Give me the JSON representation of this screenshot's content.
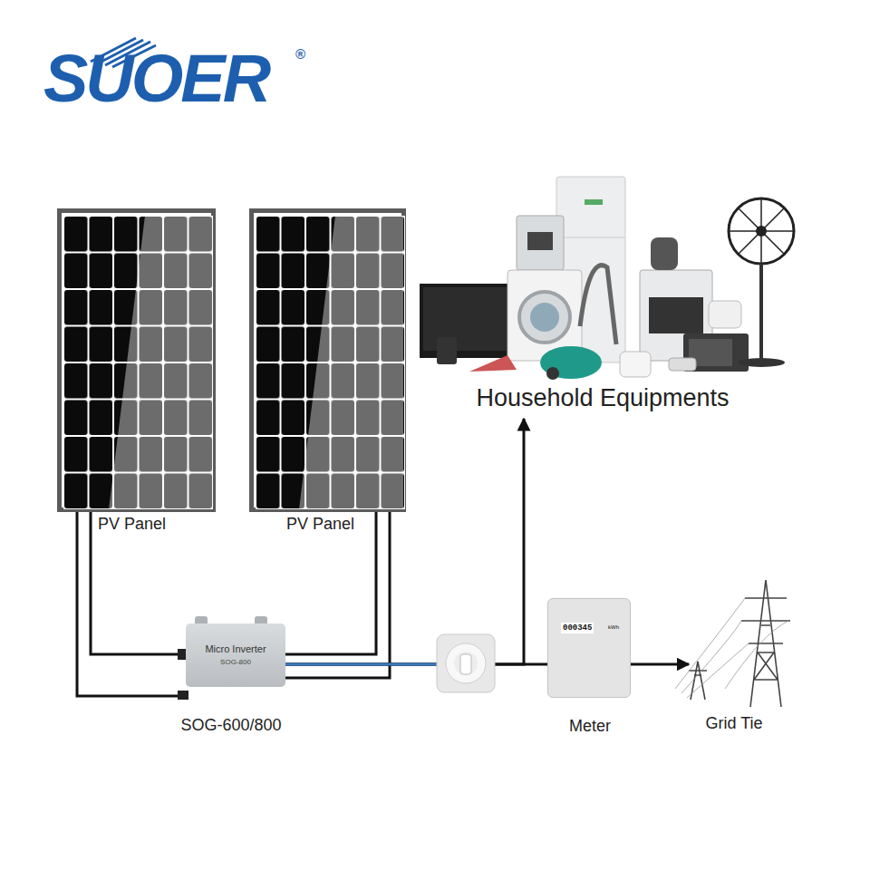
{
  "diagram": {
    "nodes": [
      {
        "text": [
          "PV Panel"
        ]
      },
      {
        "text": [
          "PV Panel"
        ]
      },
      {
        "text": [
          "Micro Inverter",
          "SOG-800",
          "SOG-600/800"
        ]
      },
      {
        "text": [
          "Household Equipments"
        ]
      },
      {
        "text": [
          "000345",
          "kWh",
          "Meter"
        ]
      },
      {
        "text": [
          "Grid Tie"
        ]
      }
    ],
    "edges": [
      {
        "from": 0,
        "to": 2,
        "arrow": "none"
      },
      {
        "from": 1,
        "to": 2,
        "arrow": "none"
      },
      {
        "from": 2,
        "to": 3,
        "arrow": "to"
      },
      {
        "from": 2,
        "to": 4,
        "arrow": "none"
      },
      {
        "from": 4,
        "to": 5,
        "arrow": "to"
      }
    ],
    "labels": [
      "SUOER",
      "®"
    ]
  }
}
